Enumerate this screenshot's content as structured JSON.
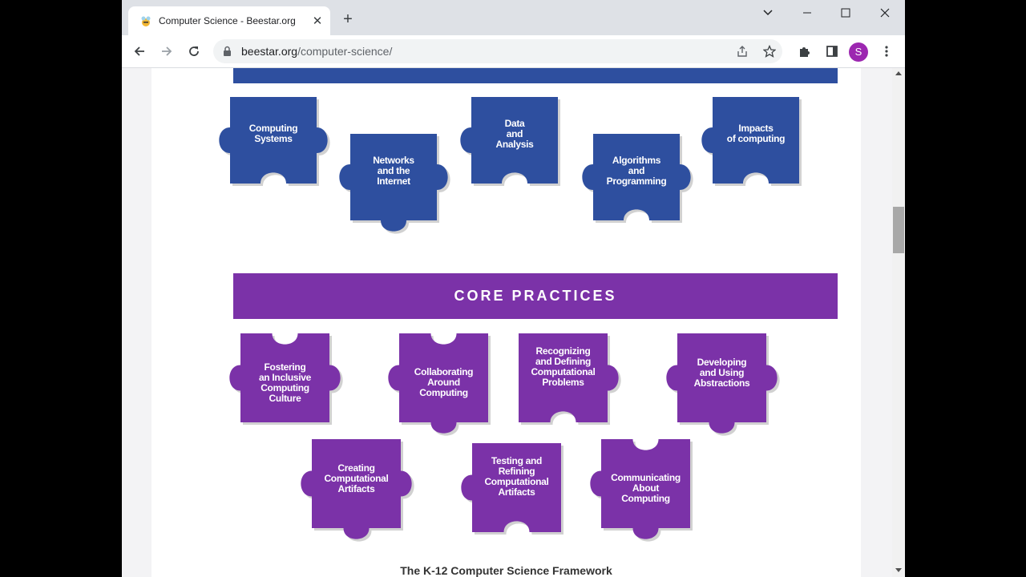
{
  "browser": {
    "tab_title": "Computer Science - Beestar.org",
    "url_host": "beestar.org",
    "url_path": "/computer-science/",
    "profile_initial": "S"
  },
  "page": {
    "core_practices_heading": "CORE PRACTICES",
    "caption": "The K-12 Computer Science Framework",
    "colors": {
      "concepts": "#2e4f9f",
      "practices": "#7b32a8"
    },
    "concepts": [
      {
        "label": "Computing\nSystems"
      },
      {
        "label": "Networks\nand the\nInternet"
      },
      {
        "label": "Data\nand\nAnalysis"
      },
      {
        "label": "Algorithms\nand\nProgramming"
      },
      {
        "label": "Impacts\nof computing"
      }
    ],
    "practices": [
      {
        "label": "Fostering\nan Inclusive\nComputing\nCulture"
      },
      {
        "label": "Collaborating\nAround\nComputing"
      },
      {
        "label": "Recognizing\nand Defining\nComputational\nProblems"
      },
      {
        "label": "Developing\nand Using\nAbstractions"
      },
      {
        "label": "Creating\nComputational\nArtifacts"
      },
      {
        "label": "Testing and\nRefining\nComputational\nArtifacts"
      },
      {
        "label": "Communicating\nAbout\nComputing"
      }
    ]
  },
  "icons": [
    "favicon-icon",
    "close-tab-icon",
    "new-tab-icon",
    "tab-search-icon",
    "minimize-icon",
    "maximize-icon",
    "close-window-icon",
    "back-icon",
    "forward-icon",
    "reload-icon",
    "lock-icon",
    "share-icon",
    "bookmark-star-icon",
    "extensions-icon",
    "side-panel-icon",
    "menu-icon"
  ]
}
